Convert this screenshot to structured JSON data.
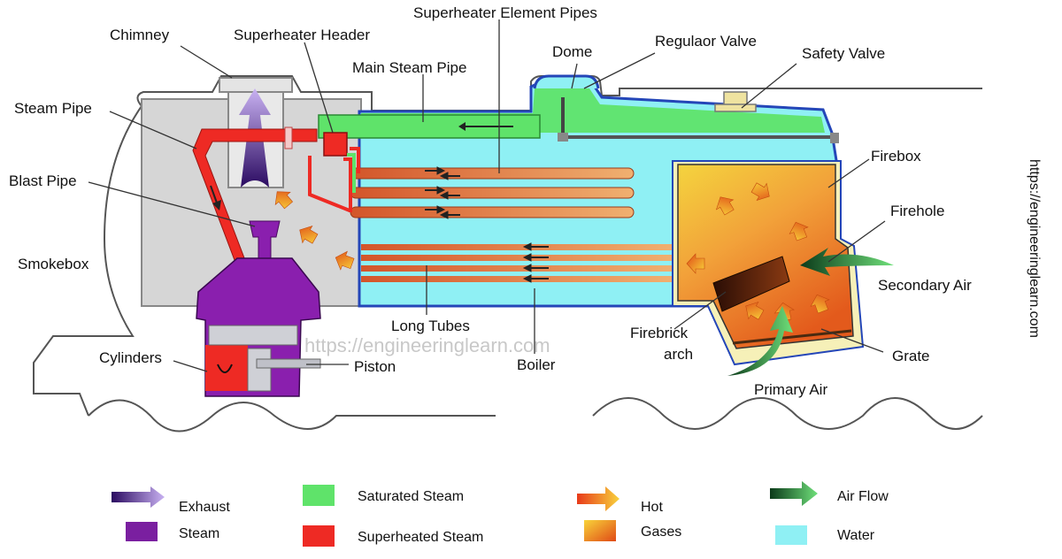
{
  "diagram": {
    "labels": {
      "chimney": "Chimney",
      "superheater_header": "Superheater Header",
      "superheater_element_pipes": "Superheater Element Pipes",
      "main_steam_pipe": "Main Steam Pipe",
      "dome": "Dome",
      "regulator_valve": "Regulaor Valve",
      "safety_valve": "Safety Valve",
      "steam_pipe": "Steam Pipe",
      "blast_pipe": "Blast Pipe",
      "smokebox": "Smokebox",
      "cylinders": "Cylinders",
      "piston": "Piston",
      "long_tubes": "Long Tubes",
      "boiler": "Boiler",
      "firebox": "Firebox",
      "firehole": "Firehole",
      "secondary_air": "Secondary Air",
      "firebrick_arch_line1": "Firebrick",
      "firebrick_arch_line2": "arch",
      "grate": "Grate",
      "primary_air": "Primary Air"
    },
    "watermark": "https://engineeringlearn.com",
    "side_url": "https://engineeringlearn.com"
  },
  "legend": {
    "exhaust": "Exhaust",
    "steam": "Steam",
    "saturated_steam": "Saturated Steam",
    "superheated_steam": "Superheated Steam",
    "hot": "Hot",
    "gases": "Gases",
    "air_flow": "Air Flow",
    "water": "Water"
  },
  "colors": {
    "saturated_steam": "#5fe36a",
    "superheated_steam": "#ee2a24",
    "steam": "#7a1fa0",
    "water": "#8ff0f4",
    "exhaust": "#4a1a90",
    "air_flow": "#1d7a3a",
    "hot_gas_start": "#f6d23a",
    "hot_gas_end": "#e84b18"
  }
}
